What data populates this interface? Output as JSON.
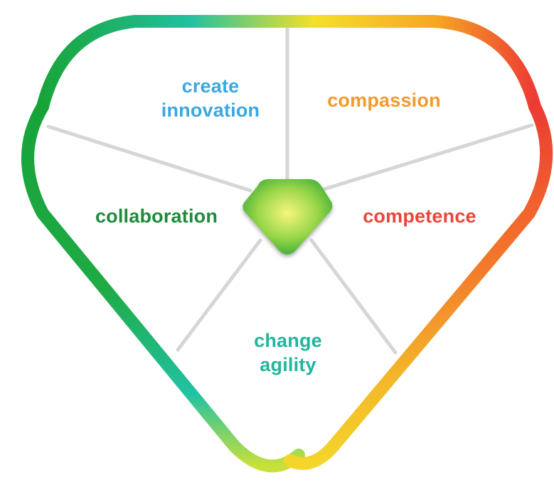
{
  "segments": {
    "create_innovation": {
      "line1": "create",
      "line2": "innovation",
      "color": "#3aa8e0"
    },
    "compassion": {
      "line1": "compassion",
      "color": "#f29a2e"
    },
    "collaboration": {
      "line1": "collaboration",
      "color": "#1f8a3a"
    },
    "competence": {
      "line1": "competence",
      "color": "#e8463a"
    },
    "change_agility": {
      "line1": "change",
      "line2": "agility",
      "color": "#22b59c"
    }
  },
  "colors": {
    "frame_green": "#1aa63a",
    "frame_teal": "#22c0a5",
    "frame_yellow": "#f4d62a",
    "frame_orange": "#f5a623",
    "frame_red": "#ec3f36",
    "divider": "#d9d9d9",
    "gem_light": "#f3f37a",
    "gem_dark": "#3fb33a"
  }
}
